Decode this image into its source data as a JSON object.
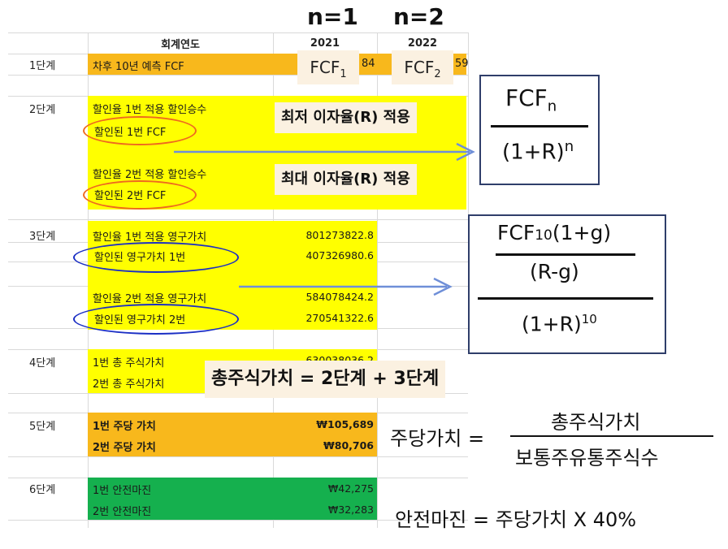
{
  "n_labels": [
    "n=1",
    "n=2"
  ],
  "header": {
    "fiscal_year": "회계연도",
    "year1": "2021",
    "year2": "2022"
  },
  "fcf_boxes": {
    "fcf1": "FCF",
    "fcf1_sub": "1",
    "fcf2": "FCF",
    "fcf2_sub": "2",
    "peek1": "84",
    "peek2": "59"
  },
  "stages": [
    "1단계",
    "2단계",
    "3단계",
    "4단계",
    "5단계",
    "6단계"
  ],
  "stage1": {
    "row": "차후 10년 예측 FCF"
  },
  "stage2": {
    "rows": [
      "할인율 1번 적용 할인승수",
      "할인된 1번 FCF",
      "할인율 2번 적용 할인승수",
      "할인된 2번 FCF"
    ],
    "tag_min": "최저 이자율(R) 적용",
    "tag_max": "최대 이자율(R) 적용"
  },
  "stage3": {
    "rows": [
      "할인율 1번 적용 영구가치",
      "할인된 영구가치 1번",
      "할인율 2번 적용 영구가치",
      "할인된 영구가치 2번"
    ],
    "values": [
      "801273822.8",
      "407326980.6",
      "584078424.2",
      "270541322.6"
    ]
  },
  "stage4": {
    "rows": [
      "1번 총 주식가치",
      "2번 총 주식가치"
    ],
    "value_peek": "630038036.2",
    "banner": "총주식가치 = 2단계 + 3단계"
  },
  "stage5": {
    "rows": [
      "1번 주당 가치",
      "2번 주당 가치"
    ],
    "values": [
      "₩105,689",
      "₩80,706"
    ]
  },
  "stage6": {
    "rows": [
      "1번 안전마진",
      "2번 안전마진"
    ],
    "values": [
      "₩42,275",
      "₩32,283"
    ]
  },
  "formula1": {
    "numerator": "FCF",
    "numerator_sub": "n",
    "denominator": "(1+R)",
    "denominator_sup": "n"
  },
  "formula2": {
    "top_numerator": "FCF",
    "top_numerator_sub": "10",
    "top_numerator_rest": "(1+g)",
    "top_denominator": "(R-g)",
    "bottom": "(1+R)",
    "bottom_sup": "10"
  },
  "per_share_formula": {
    "lhs": "주당가치 =",
    "numerator": "총주식가치",
    "denominator": "보통주유통주식수"
  },
  "safety_margin_formula": "안전마진 = 주당가치 X 40%",
  "colors": {
    "orange": "#f8b81c",
    "yellow": "#ffff00",
    "green": "#15b04e",
    "navy": "#2f3e6a",
    "arrow": "#6f8fd8",
    "oval_orange": "#ef6a1f",
    "oval_blue": "#1b2fc4"
  }
}
